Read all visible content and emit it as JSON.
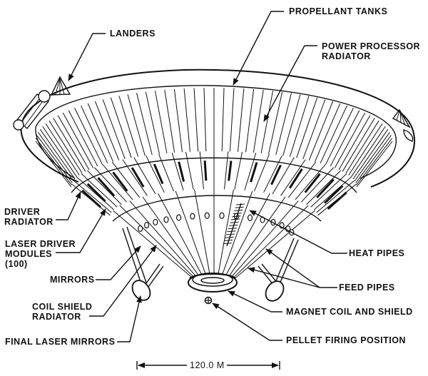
{
  "diagram": {
    "subject": "laser fusion propulsion spacecraft",
    "labels": {
      "landers": "LANDERS",
      "propellant_tanks": "PROPELLANT TANKS",
      "power_processor_radiator": "POWER PROCESSOR\nRADIATOR",
      "driver_radiator": "DRIVER\nRADIATOR",
      "laser_driver_modules": "LASER DRIVER\nMODULES\n(100)",
      "mirrors": "MIRRORS",
      "coil_shield_radiator": "COIL SHIELD\nRADIATOR",
      "final_laser_mirrors": "FINAL LASER MIRRORS",
      "heat_pipes": "HEAT PIPES",
      "feed_pipes": "FEED PIPES",
      "magnet_coil_and_shield": "MAGNET COIL AND SHIELD",
      "pellet_firing_position": "PELLET FIRING POSITION"
    },
    "scale_bar": {
      "label": "120.0 M",
      "value": 120.0,
      "unit": "M"
    },
    "colors": {
      "ink": "#111111",
      "paper": "#ffffff"
    }
  }
}
